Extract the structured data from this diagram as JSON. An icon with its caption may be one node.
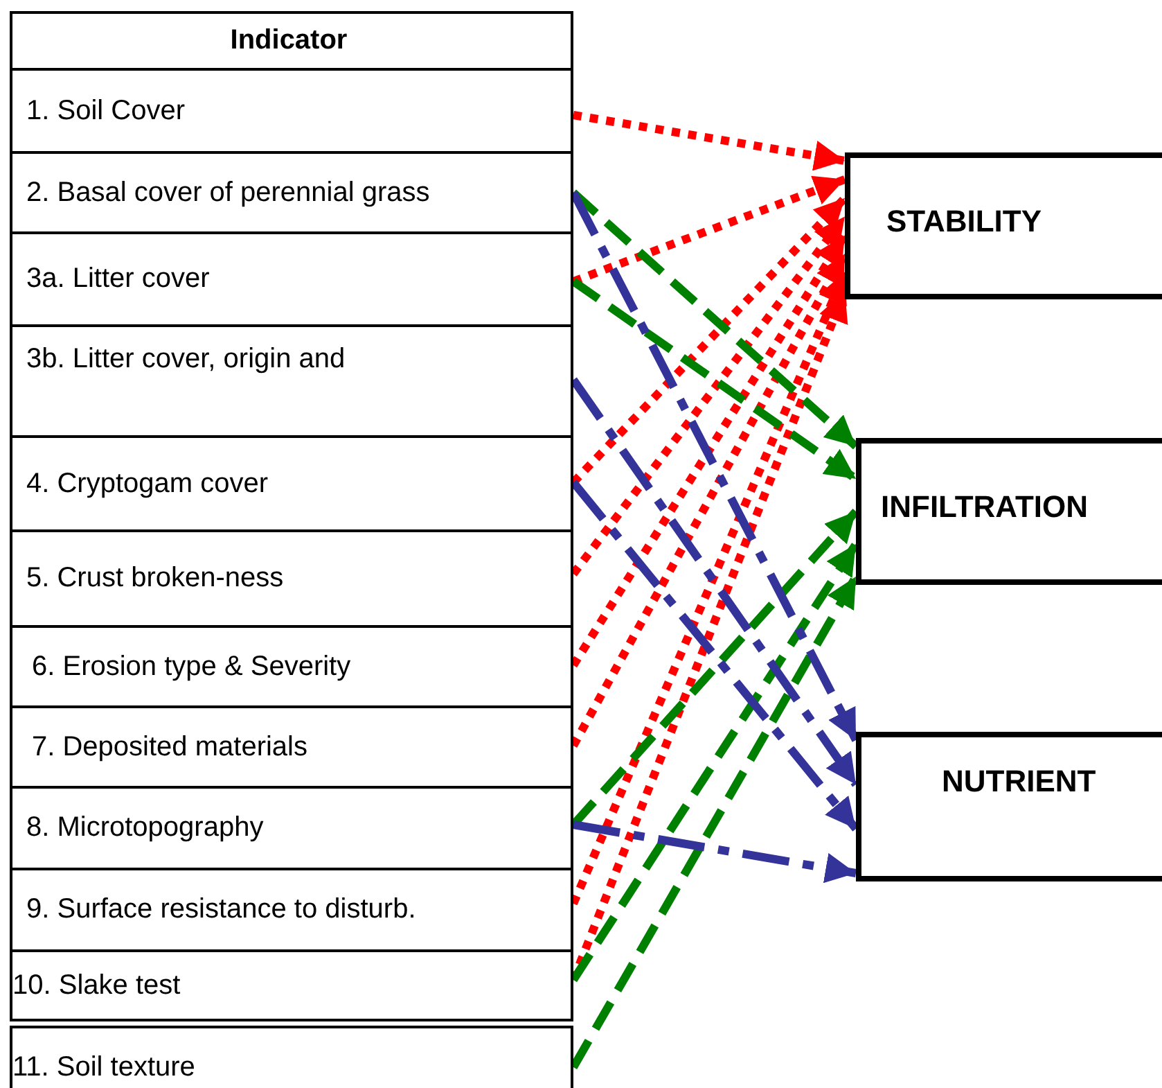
{
  "diagram": {
    "nodes": [
      {
        "text": [
          "Indicator"
        ]
      },
      {
        "text": [
          "1. Soil Cover"
        ]
      },
      {
        "text": [
          "2. Basal cover of perennial grass"
        ]
      },
      {
        "text": [
          "3a. Litter cover"
        ]
      },
      {
        "text": [
          "3b. Litter cover, origin and"
        ]
      },
      {
        "text": [
          "4. Cryptogam cover"
        ]
      },
      {
        "text": [
          "5. Crust broken-ness"
        ]
      },
      {
        "text": [
          "6. Erosion type & Severity"
        ]
      },
      {
        "text": [
          "7. Deposited materials"
        ]
      },
      {
        "text": [
          "8. Microtopography"
        ]
      },
      {
        "text": [
          "9. Surface resistance to disturb."
        ]
      },
      {
        "text": [
          "10. Slake test"
        ]
      },
      {
        "text": [
          "11. Soil texture"
        ]
      },
      {
        "text": [
          "STABILITY"
        ]
      },
      {
        "text": [
          "INFILTRATION"
        ]
      },
      {
        "text": [
          "NUTRIENT"
        ]
      }
    ],
    "edges": [
      {
        "from": 1,
        "to": 13,
        "arrow": "to",
        "style": "dashed",
        "color": "#ff0000"
      },
      {
        "from": 3,
        "to": 13,
        "arrow": "to",
        "style": "dashed",
        "color": "#ff0000"
      },
      {
        "from": 5,
        "to": 13,
        "arrow": "to",
        "style": "dashed",
        "color": "#ff0000"
      },
      {
        "from": 6,
        "to": 13,
        "arrow": "to",
        "style": "dashed",
        "color": "#ff0000"
      },
      {
        "from": 7,
        "to": 13,
        "arrow": "to",
        "style": "dashed",
        "color": "#ff0000"
      },
      {
        "from": 8,
        "to": 13,
        "arrow": "to",
        "style": "dashed",
        "color": "#ff0000"
      },
      {
        "from": 10,
        "to": 13,
        "arrow": "to",
        "style": "dashed",
        "color": "#ff0000"
      },
      {
        "from": 11,
        "to": 13,
        "arrow": "to",
        "style": "dashed",
        "color": "#ff0000"
      },
      {
        "from": 2,
        "to": 14,
        "arrow": "to",
        "style": "dashed",
        "color": "#008000"
      },
      {
        "from": 3,
        "to": 14,
        "arrow": "to",
        "style": "dashed",
        "color": "#008000"
      },
      {
        "from": 9,
        "to": 14,
        "arrow": "to",
        "style": "dashed",
        "color": "#008000"
      },
      {
        "from": 11,
        "to": 14,
        "arrow": "to",
        "style": "dashed",
        "color": "#008000"
      },
      {
        "from": 12,
        "to": 14,
        "arrow": "to",
        "style": "dashed",
        "color": "#008000"
      },
      {
        "from": 2,
        "to": 15,
        "arrow": "to",
        "style": "dashed",
        "color": "#333399"
      },
      {
        "from": 4,
        "to": 15,
        "arrow": "to",
        "style": "dashed",
        "color": "#333399"
      },
      {
        "from": 5,
        "to": 15,
        "arrow": "to",
        "style": "dashed",
        "color": "#333399"
      },
      {
        "from": 9,
        "to": 15,
        "arrow": "to",
        "style": "dashed",
        "color": "#333399"
      }
    ]
  }
}
